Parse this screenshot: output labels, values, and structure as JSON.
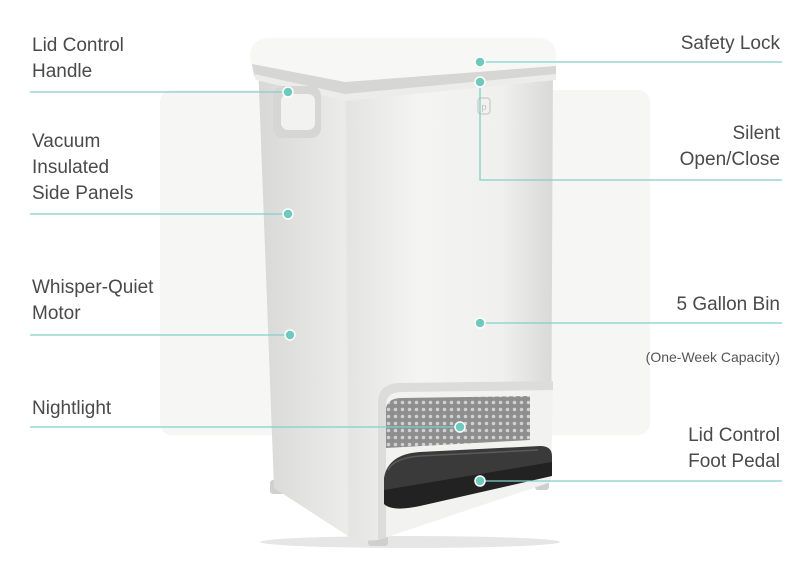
{
  "colors": {
    "accent": "#6fc9bd",
    "text": "#4a4a4a",
    "bin_body": "#ededeb",
    "pedal": "#2f2f2f"
  },
  "left_labels": {
    "lid_handle": "Lid Control\nHandle",
    "side_panels": "Vacuum\nInsulated\nSide Panels",
    "motor": "Whisper-Quiet\nMotor",
    "nightlight": "Nightlight"
  },
  "right_labels": {
    "safety_lock": "Safety Lock",
    "silent": "Silent\nOpen/Close",
    "bin_title": "5 Gallon Bin",
    "bin_capacity": "(One-Week Capacity)",
    "foot_pedal": "Lid Control\nFoot Pedal"
  },
  "icons": {
    "logo": "p-logo-icon"
  }
}
